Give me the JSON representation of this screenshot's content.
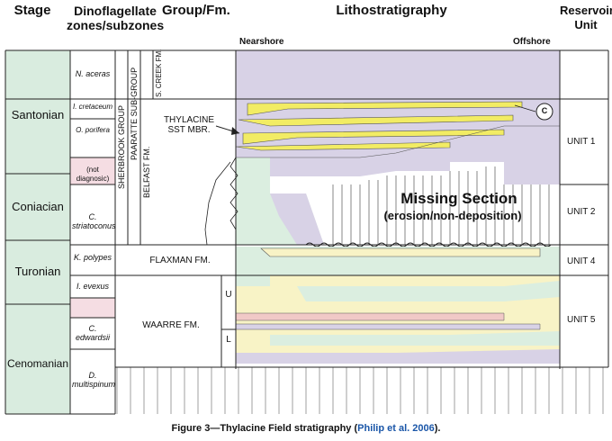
{
  "headers": {
    "stage": "Stage",
    "dinoflagellate": "Dinoflagellate zones/subzones",
    "group_fm": "Group/Fm.",
    "lithostratigraphy": "Lithostratigraphy",
    "reservoir_unit": "Reservoir Unit"
  },
  "direction": {
    "nearshore": "Nearshore",
    "offshore": "Offshore"
  },
  "stages": [
    "Santonian",
    "Coniacian",
    "Turonian",
    "Cenomanian"
  ],
  "zones": [
    "N. aceras",
    "I. cretaceum",
    "O. porifera",
    "(not diagnosic)",
    "C. striatoconus",
    "K. polypes",
    "I. evexus",
    "C. edwardsii",
    "D. multispinum"
  ],
  "groups": {
    "sherbrook": "SHERBROOK GROUP",
    "paaratte": "PAARATTE SUB-GROUP",
    "belfast": "BELFAST FM.",
    "screek": "S. CREEK FM.",
    "thylacine": "THYLACINE SST MBR.",
    "flaxman": "FLAXMAN FM.",
    "waarre": "WAARRE FM.",
    "u": "U",
    "l": "L"
  },
  "missing": {
    "title": "Missing Section",
    "sub": "(erosion/non-deposition)"
  },
  "marker": "C",
  "units": [
    "UNIT 1",
    "UNIT 2",
    "UNIT 4",
    "UNIT 5"
  ],
  "caption": {
    "prefix": "Figure 3—Thylacine Field stratigraphy (",
    "ref": "Philip et al. 2006",
    "suffix": ")."
  },
  "colors": {
    "stage_fill": "#d9ecdf",
    "zone_pink": "#f5dde3",
    "purple": "#d8d2e6",
    "yellow": "#f2ec64",
    "pale_yellow": "#f8f3c6",
    "green": "#dbeee0",
    "pink": "#f1c9c7",
    "link": "#1a56a8"
  }
}
